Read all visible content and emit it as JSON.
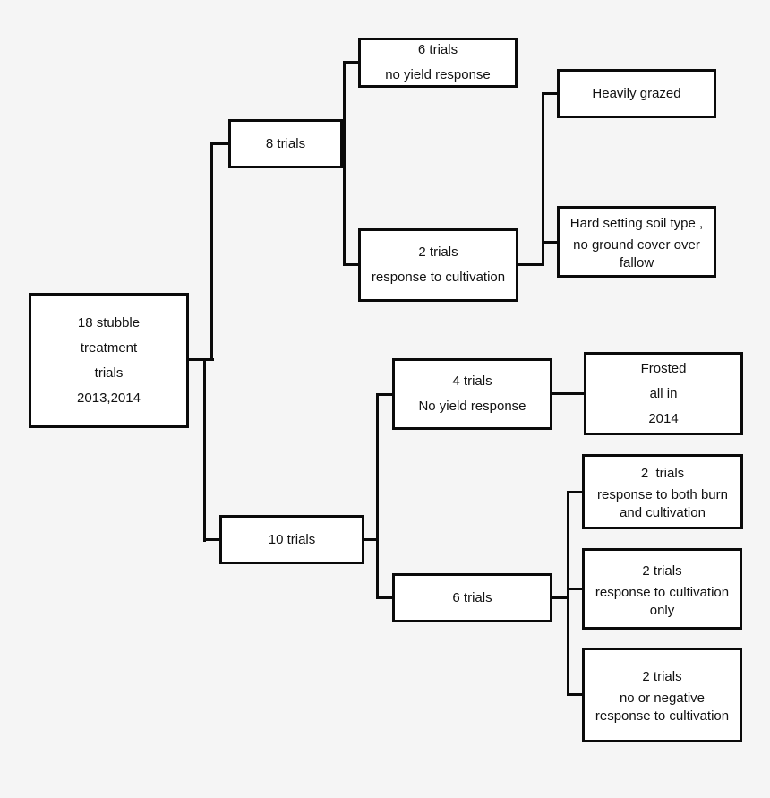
{
  "canvas": {
    "background": "#f5f5f5",
    "box_fill": "#ffffff",
    "stroke": "#0a0a0a"
  },
  "nodes": {
    "root": {
      "lines": [
        "18 stubble",
        "treatment",
        "trials",
        "2013,2014"
      ]
    },
    "trials_8": {
      "lines": [
        "8 trials"
      ]
    },
    "trials_6_no_yield": {
      "lines": [
        "6 trials",
        "no yield response"
      ]
    },
    "trials_2_cultivation": {
      "lines": [
        "2 trials",
        "response to cultivation"
      ]
    },
    "heavily_grazed": {
      "lines": [
        "Heavily grazed"
      ]
    },
    "hard_setting": {
      "lines": [
        "Hard setting soil type ,",
        "no ground cover over",
        "fallow"
      ]
    },
    "trials_10": {
      "lines": [
        "10 trials"
      ]
    },
    "trials_4_no_yield": {
      "lines": [
        "4 trials",
        "No yield response"
      ]
    },
    "frosted": {
      "lines": [
        "Frosted",
        "all in",
        "2014"
      ]
    },
    "trials_6": {
      "lines": [
        "6 trials"
      ]
    },
    "both_burn_cultivation": {
      "lines": [
        "2  trials",
        "response to both burn",
        "and cultivation"
      ]
    },
    "cultivation_only": {
      "lines": [
        "2 trials",
        "response to cultivation",
        "only"
      ]
    },
    "no_or_negative": {
      "lines": [
        "2 trials",
        "no or negative",
        "response to cultivation"
      ]
    }
  }
}
